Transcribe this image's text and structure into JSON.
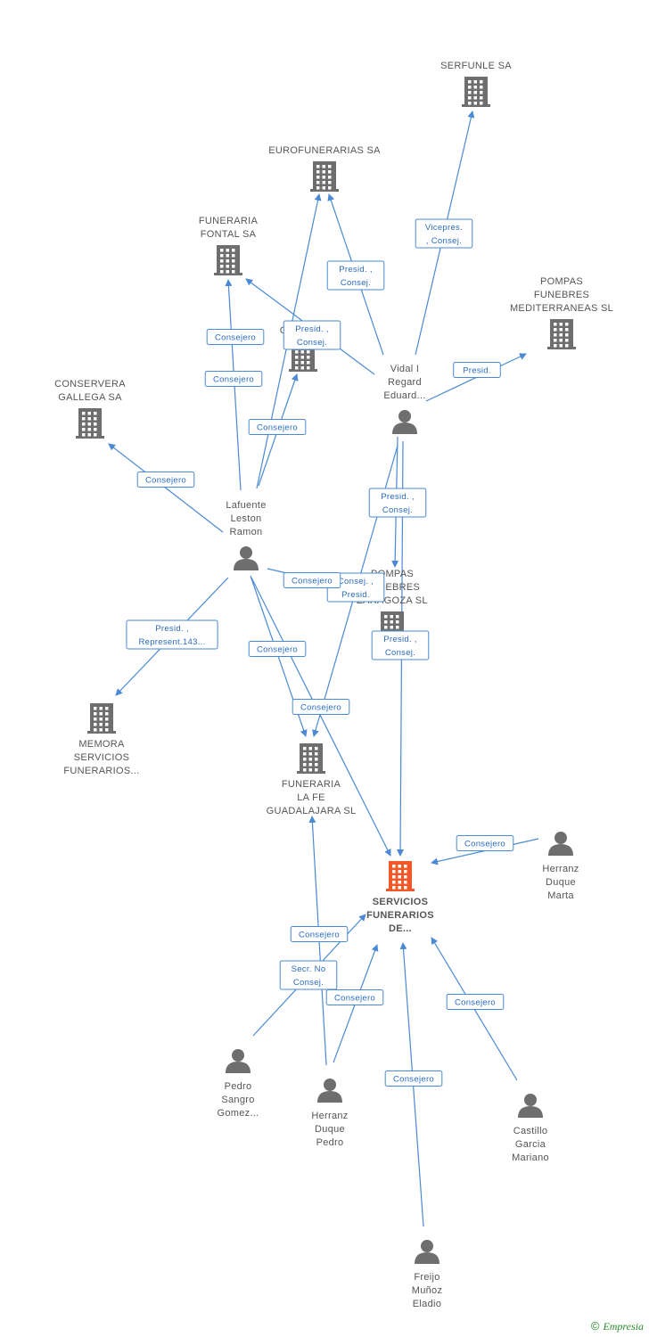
{
  "nodes": [
    {
      "id": "serfunle",
      "kind": "company",
      "label": [
        "SERFUNLE SA"
      ]
    },
    {
      "id": "eurofun",
      "kind": "company",
      "label": [
        "EUROFUNERARIAS SA"
      ]
    },
    {
      "id": "fontal",
      "kind": "company",
      "label": [
        "FUNERARIA",
        "FONTAL SA"
      ]
    },
    {
      "id": "pompasmed",
      "kind": "company",
      "label": [
        "POMPAS",
        "FUNEBRES",
        "MEDITERRANEAS SL"
      ]
    },
    {
      "id": "gishis",
      "kind": "company",
      "label": [
        "GIS HIS..."
      ]
    },
    {
      "id": "conservera",
      "kind": "company",
      "label": [
        "CONSERVERA",
        "GALLEGA SA"
      ]
    },
    {
      "id": "vidal",
      "kind": "person",
      "label": [
        "Vidal I",
        "Regard",
        "Eduard..."
      ]
    },
    {
      "id": "lafuente",
      "kind": "person",
      "label": [
        "Lafuente",
        "Leston",
        "Ramon"
      ]
    },
    {
      "id": "pompaszar",
      "kind": "company",
      "label": [
        "POMPAS",
        "FUNEBRES",
        "ZARAGOZA SL"
      ]
    },
    {
      "id": "memora",
      "kind": "company",
      "label": [
        "MEMORA",
        "SERVICIOS",
        "FUNERARIOS..."
      ]
    },
    {
      "id": "lafe",
      "kind": "company",
      "label": [
        "FUNERARIA",
        "LA FE",
        "GUADALAJARA SL"
      ]
    },
    {
      "id": "main",
      "kind": "company",
      "main": true,
      "label": [
        "SERVICIOS",
        "FUNERARIOS",
        "DE..."
      ]
    },
    {
      "id": "herranzm",
      "kind": "person",
      "label": [
        "Herranz",
        "Duque",
        "Marta"
      ]
    },
    {
      "id": "pedro",
      "kind": "person",
      "label": [
        "Pedro",
        "Sangro",
        "Gomez..."
      ]
    },
    {
      "id": "herranzp",
      "kind": "person",
      "label": [
        "Herranz",
        "Duque",
        "Pedro"
      ]
    },
    {
      "id": "castillo",
      "kind": "person",
      "label": [
        "Castillo",
        "Garcia",
        "Mariano"
      ]
    },
    {
      "id": "freijo",
      "kind": "person",
      "label": [
        "Freijo",
        "Muñoz",
        "Eladio"
      ]
    }
  ],
  "edges": [
    {
      "from": "vidal",
      "to": "serfunle",
      "label": [
        "Vicepres.",
        ", Consej."
      ]
    },
    {
      "from": "vidal",
      "to": "eurofun",
      "label": [
        "Presid. ,",
        "Consej."
      ]
    },
    {
      "from": "vidal",
      "to": "pompasmed",
      "label": [
        "Presid."
      ]
    },
    {
      "from": "vidal",
      "to": "fontal",
      "label": [
        "Consejero"
      ]
    },
    {
      "from": "vidal",
      "to": "pompaszar",
      "label": [
        "Presid. ,",
        "Consej."
      ]
    },
    {
      "from": "vidal",
      "to": "main",
      "label": [
        "Presid. ,",
        "Consej."
      ]
    },
    {
      "from": "vidal",
      "to": "lafe",
      "label": [
        "Consej. ,",
        "Presid."
      ]
    },
    {
      "from": "lafuente",
      "to": "eurofun",
      "label": [
        "Presid. ,",
        "Consej."
      ]
    },
    {
      "from": "lafuente",
      "to": "fontal",
      "label": [
        "Consejero"
      ]
    },
    {
      "from": "lafuente",
      "to": "gishis",
      "label": [
        "Consejero"
      ]
    },
    {
      "from": "lafuente",
      "to": "conservera",
      "label": [
        "Consejero"
      ]
    },
    {
      "from": "lafuente",
      "to": "pompaszar",
      "label": [
        "Consejero"
      ]
    },
    {
      "from": "lafuente",
      "to": "memora",
      "label": [
        "Presid. ,",
        "Represent.143..."
      ]
    },
    {
      "from": "lafuente",
      "to": "lafe",
      "label": [
        "Consejero"
      ]
    },
    {
      "from": "lafuente",
      "to": "main",
      "label": [
        "Consejero"
      ]
    },
    {
      "from": "herranzm",
      "to": "main",
      "label": [
        "Consejero"
      ]
    },
    {
      "from": "pedro",
      "to": "main",
      "label": [
        "Secr.  No",
        "Consej."
      ]
    },
    {
      "from": "herranzp",
      "to": "lafe",
      "label": [
        "Consejero"
      ]
    },
    {
      "from": "herranzp",
      "to": "main",
      "label": [
        "Consejero"
      ]
    },
    {
      "from": "castillo",
      "to": "main",
      "label": [
        "Consejero"
      ]
    },
    {
      "from": "freijo",
      "to": "main",
      "label": [
        "Consejero"
      ]
    }
  ],
  "colors": {
    "edge": "#4a8ad4",
    "edge_text": "#2a6cc0",
    "node_icon": "#6e6e6e",
    "main_icon": "#f05a28",
    "label_text": "#555555"
  },
  "footer": {
    "copyright": "©",
    "brand": "Empresia"
  }
}
